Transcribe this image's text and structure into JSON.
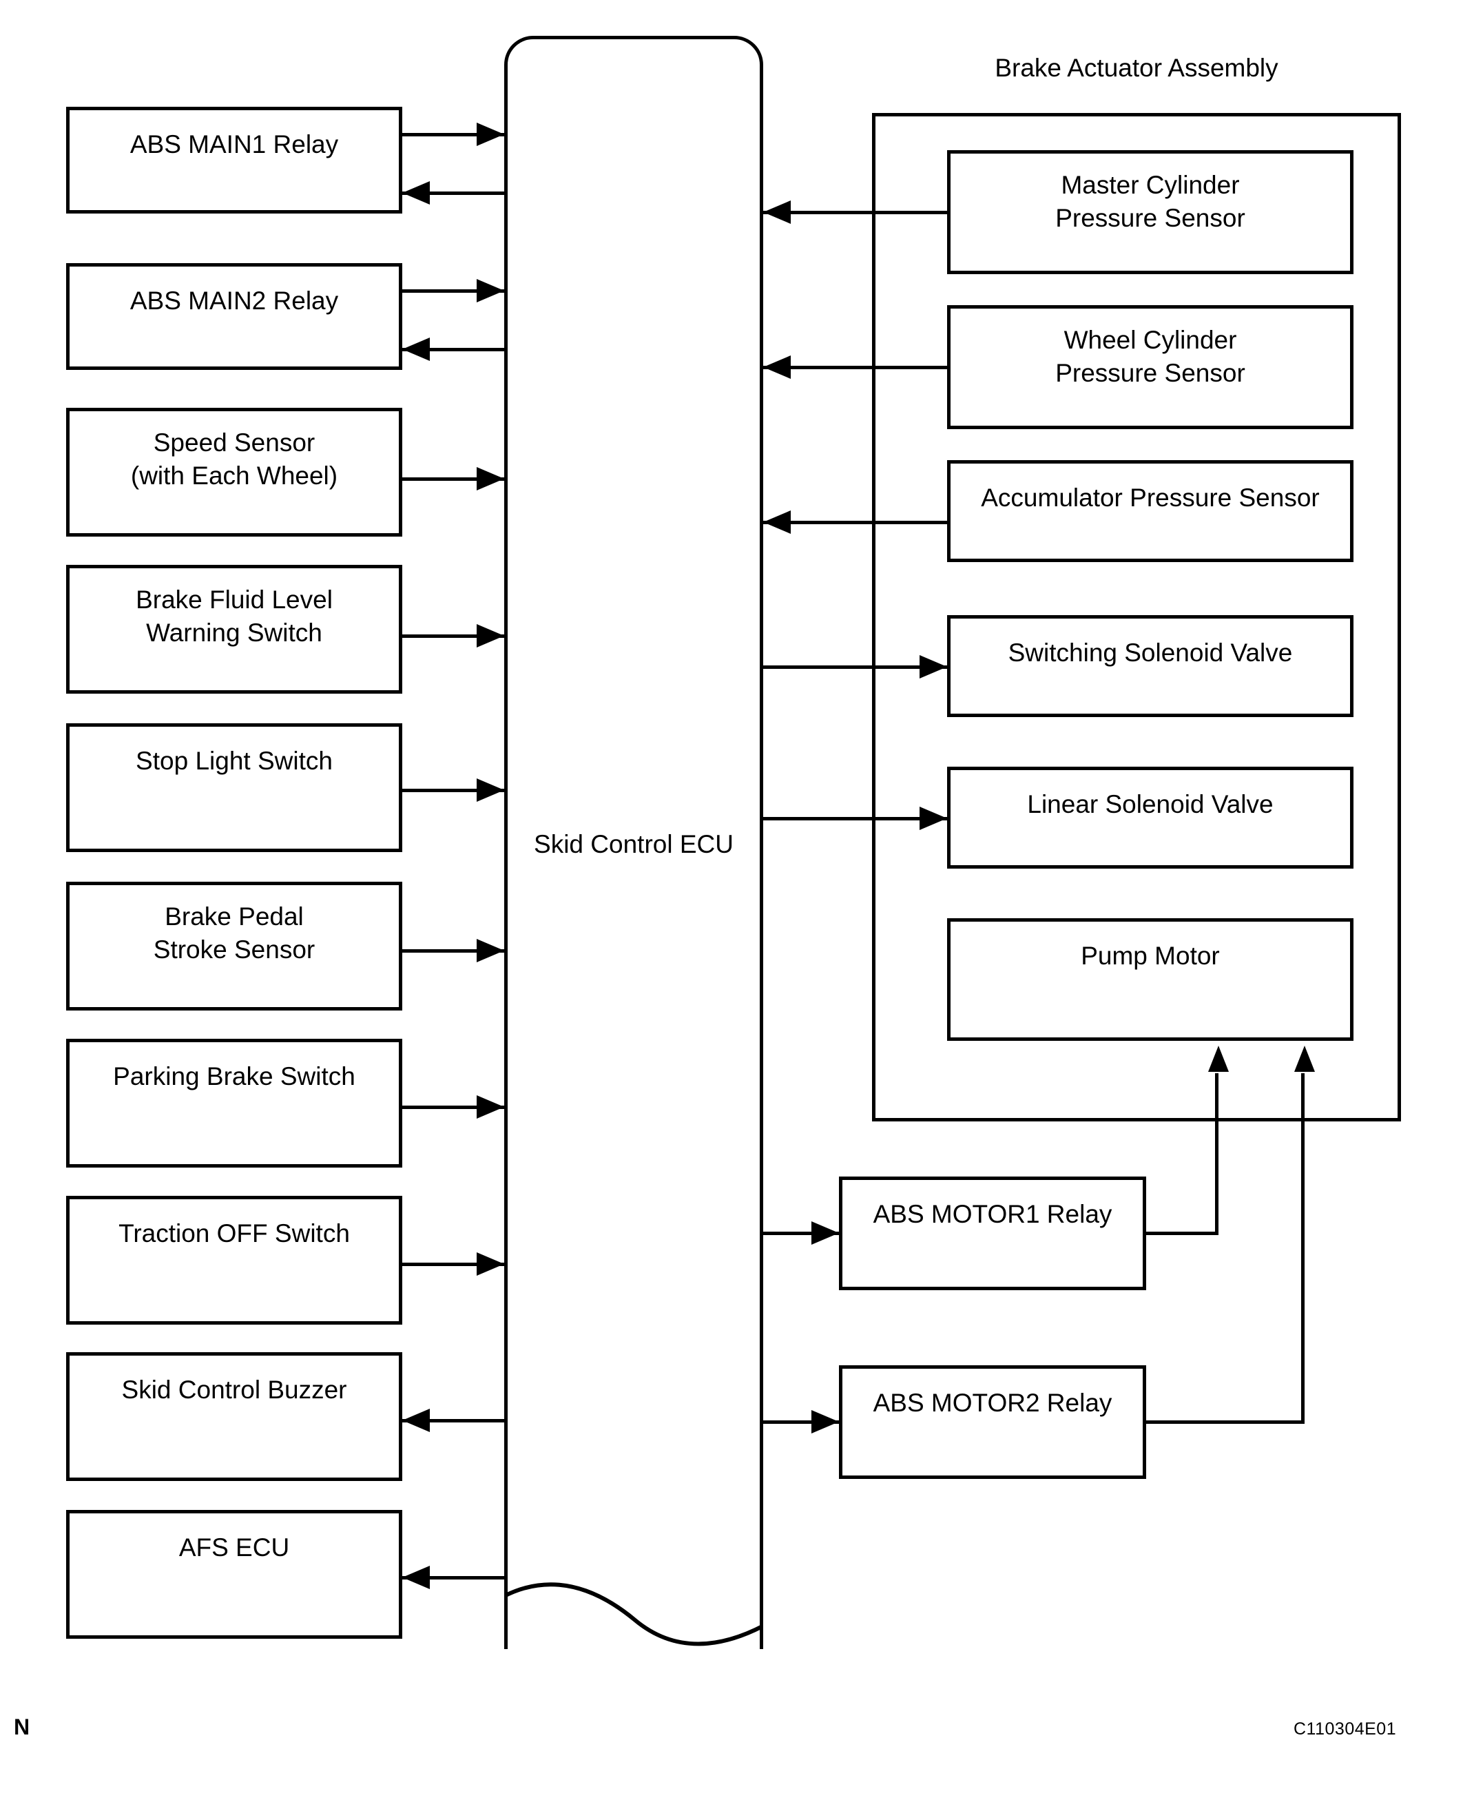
{
  "diagram": {
    "central_unit": {
      "label": "Skid Control ECU"
    },
    "assembly": {
      "title": "Brake Actuator Assembly"
    },
    "inputs_left": [
      {
        "label": "ABS MAIN1 Relay",
        "direction": "bidirectional"
      },
      {
        "label": "ABS MAIN2 Relay",
        "direction": "bidirectional"
      },
      {
        "label": "Speed Sensor\n(with Each Wheel)",
        "direction": "to-ecu"
      },
      {
        "label": "Brake Fluid Level\nWarning Switch",
        "direction": "to-ecu"
      },
      {
        "label": "Stop Light Switch",
        "direction": "to-ecu"
      },
      {
        "label": "Brake Pedal\nStroke Sensor",
        "direction": "to-ecu"
      },
      {
        "label": "Parking Brake Switch",
        "direction": "to-ecu"
      },
      {
        "label": "Traction OFF Switch",
        "direction": "to-ecu"
      },
      {
        "label": "Skid Control Buzzer",
        "direction": "from-ecu"
      },
      {
        "label": "AFS ECU",
        "direction": "from-ecu"
      }
    ],
    "assembly_items": [
      {
        "label": "Master Cylinder\nPressure Sensor",
        "direction": "to-ecu"
      },
      {
        "label": "Wheel Cylinder\nPressure Sensor",
        "direction": "to-ecu"
      },
      {
        "label": "Accumulator Pressure Sensor",
        "direction": "to-ecu"
      },
      {
        "label": "Switching Solenoid Valve",
        "direction": "from-ecu"
      },
      {
        "label": "Linear Solenoid Valve",
        "direction": "from-ecu"
      },
      {
        "label": "Pump Motor",
        "direction": "driven-by-relays"
      }
    ],
    "motor_relays": [
      {
        "label": "ABS MOTOR1 Relay",
        "direction": "from-ecu"
      },
      {
        "label": "ABS MOTOR2 Relay",
        "direction": "from-ecu"
      }
    ],
    "footer": {
      "page_mark": "N",
      "figure_code": "C110304E01"
    },
    "colors": {
      "line": "#000000",
      "background": "#ffffff"
    }
  }
}
